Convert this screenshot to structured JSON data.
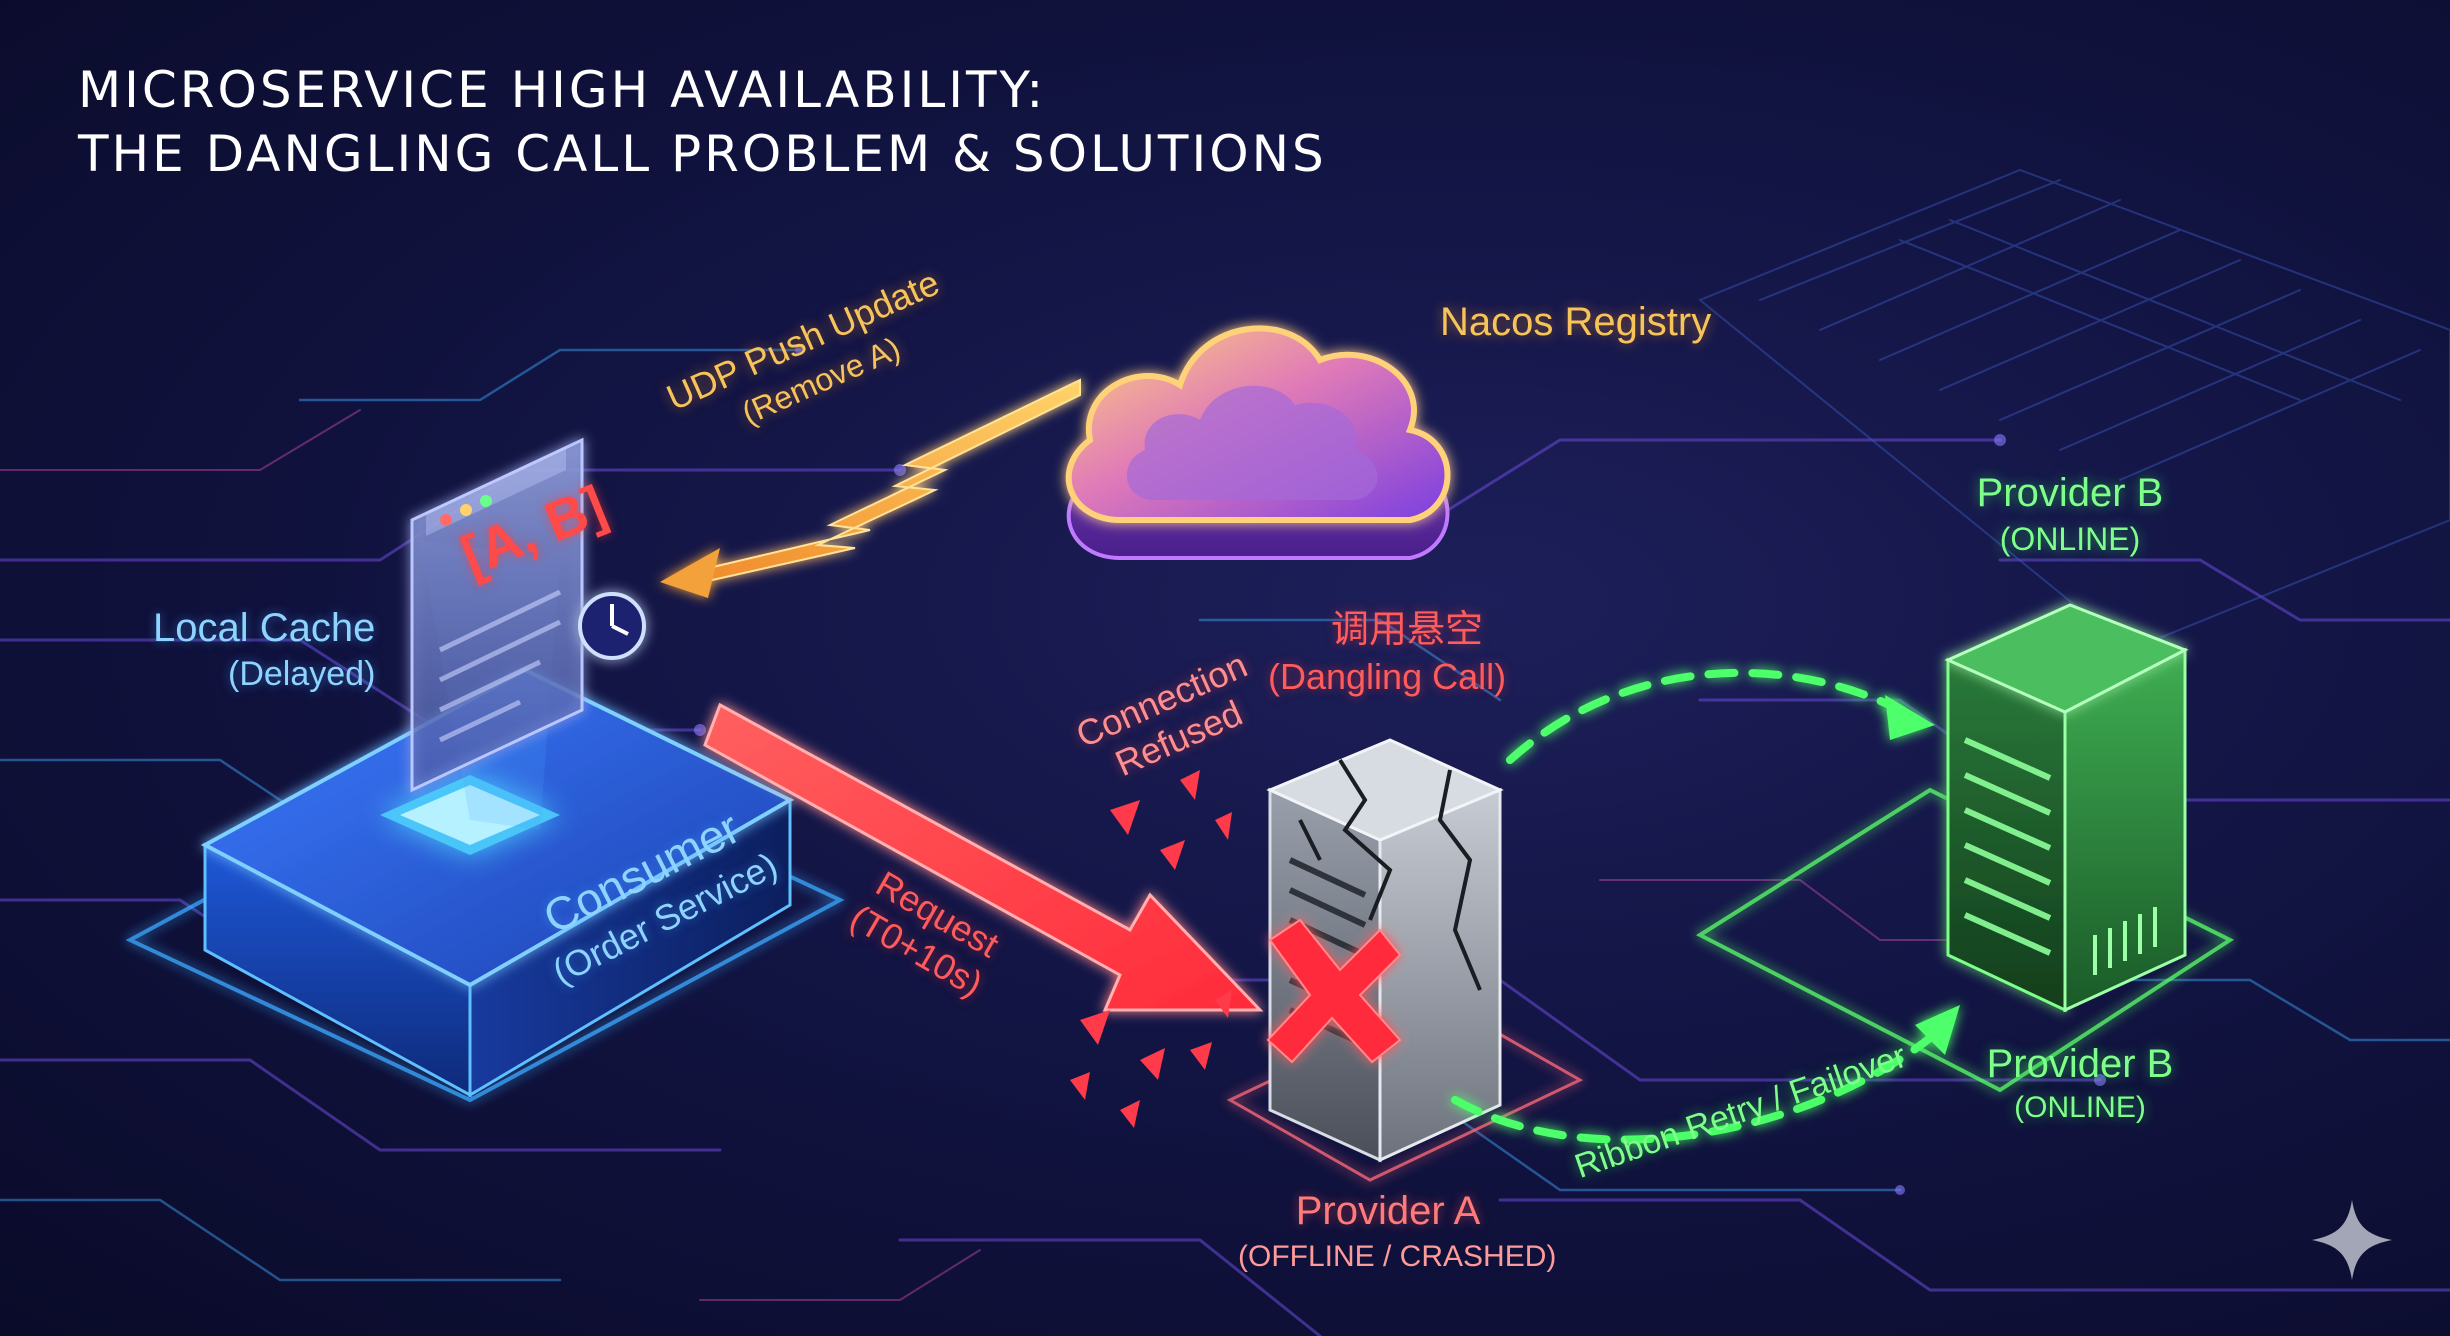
{
  "title": {
    "line1": "MICROSERVICE HIGH AVAILABILITY:",
    "line2": "THE DANGLING CALL PROBLEM & SOLUTIONS"
  },
  "registry": {
    "label": "Nacos Registry"
  },
  "push_update": {
    "line1": "UDP Push Update",
    "line2": "(Remove A)"
  },
  "local_cache": {
    "label": "Local Cache",
    "sub": "(Delayed)",
    "list_text": "[A, B]"
  },
  "consumer": {
    "label": "Consumer",
    "sub": "(Order Service)"
  },
  "request": {
    "line1": "Request",
    "line2": "(T0+10s)"
  },
  "connection": {
    "line1": "Connection",
    "line2": "Refused"
  },
  "dangling": {
    "cn": "调用悬空",
    "en": "(Dangling Call)"
  },
  "provider_a": {
    "label": "Provider A",
    "status": "(OFFLINE / CRASHED)"
  },
  "provider_b_top": {
    "label": "Provider B",
    "status": "(ONLINE)"
  },
  "provider_b_bottom": {
    "label": "Provider B",
    "status": "(ONLINE)"
  },
  "retry": {
    "label": "Ribbon Retry / Failover"
  },
  "colors": {
    "request_arrow": "#ff4a4a",
    "push_arrow": "#f9c45c",
    "retry_arrow": "#4dff6a",
    "consumer_glow": "#3aa8ff",
    "registry_glow": "#ff9a2e"
  }
}
